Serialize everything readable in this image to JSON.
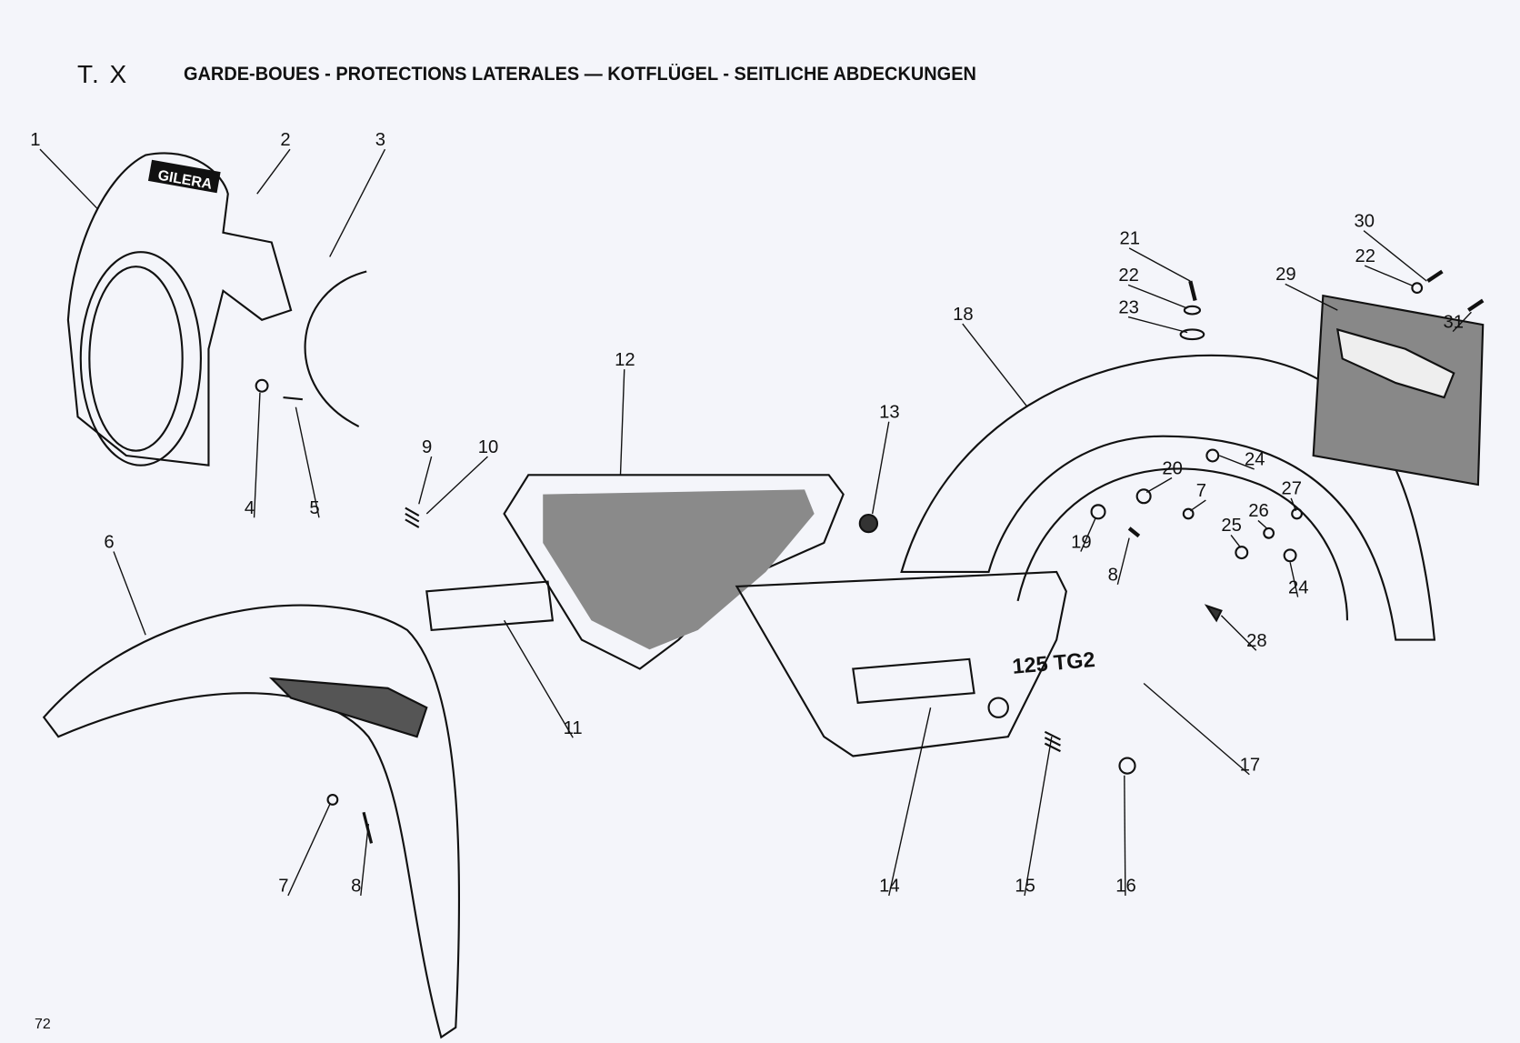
{
  "header": {
    "plate_code": "T. X",
    "title": "GARDE-BOUES - PROTECTIONS LATERALES — KOTFLÜGEL - SEITLICHE ABDECKUNGEN"
  },
  "page_number": "72",
  "decals": {
    "brand": "GILERA",
    "model": "125 TG2"
  },
  "callouts": [
    "1",
    "2",
    "3",
    "4",
    "5",
    "6",
    "7",
    "8",
    "9",
    "10",
    "11",
    "12",
    "13",
    "14",
    "15",
    "16",
    "17",
    "18",
    "19",
    "20",
    "7",
    "8",
    "21",
    "22",
    "23",
    "24",
    "24",
    "25",
    "26",
    "27",
    "28",
    "29",
    "30",
    "22",
    "31"
  ]
}
